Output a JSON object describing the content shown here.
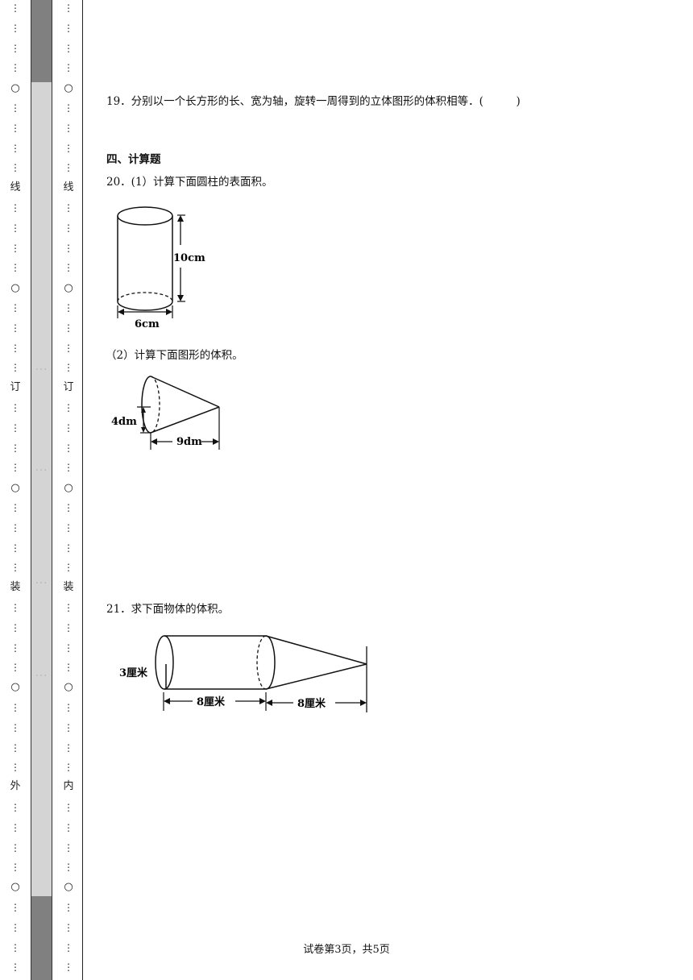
{
  "binding": {
    "outer_labels": [
      "线",
      "订",
      "装",
      "外"
    ],
    "inner_labels": [
      "线",
      "订",
      "装",
      "内"
    ],
    "circle_glyph": "○",
    "dot_glyph": "⋮"
  },
  "questions": {
    "q19": "19．分别以一个长方形的长、宽为轴，旋转一周得到的立体图形的体积相等．(　　　)",
    "section4": "四、计算题",
    "q20_1": "20．(1）计算下面圆柱的表面积。",
    "q20_2": "（2）计算下面图形的体积。",
    "q21": "21．求下面物体的体积。"
  },
  "figures": {
    "cylinder": {
      "height_label": "10cm",
      "diameter_label": "6cm"
    },
    "cone": {
      "radius_label": "4dm",
      "height_label": "9dm"
    },
    "combo": {
      "radius_label": "3厘米",
      "cyl_len_label": "8厘米",
      "cone_len_label": "8厘米"
    }
  },
  "footer": "试卷第3页，共5页"
}
